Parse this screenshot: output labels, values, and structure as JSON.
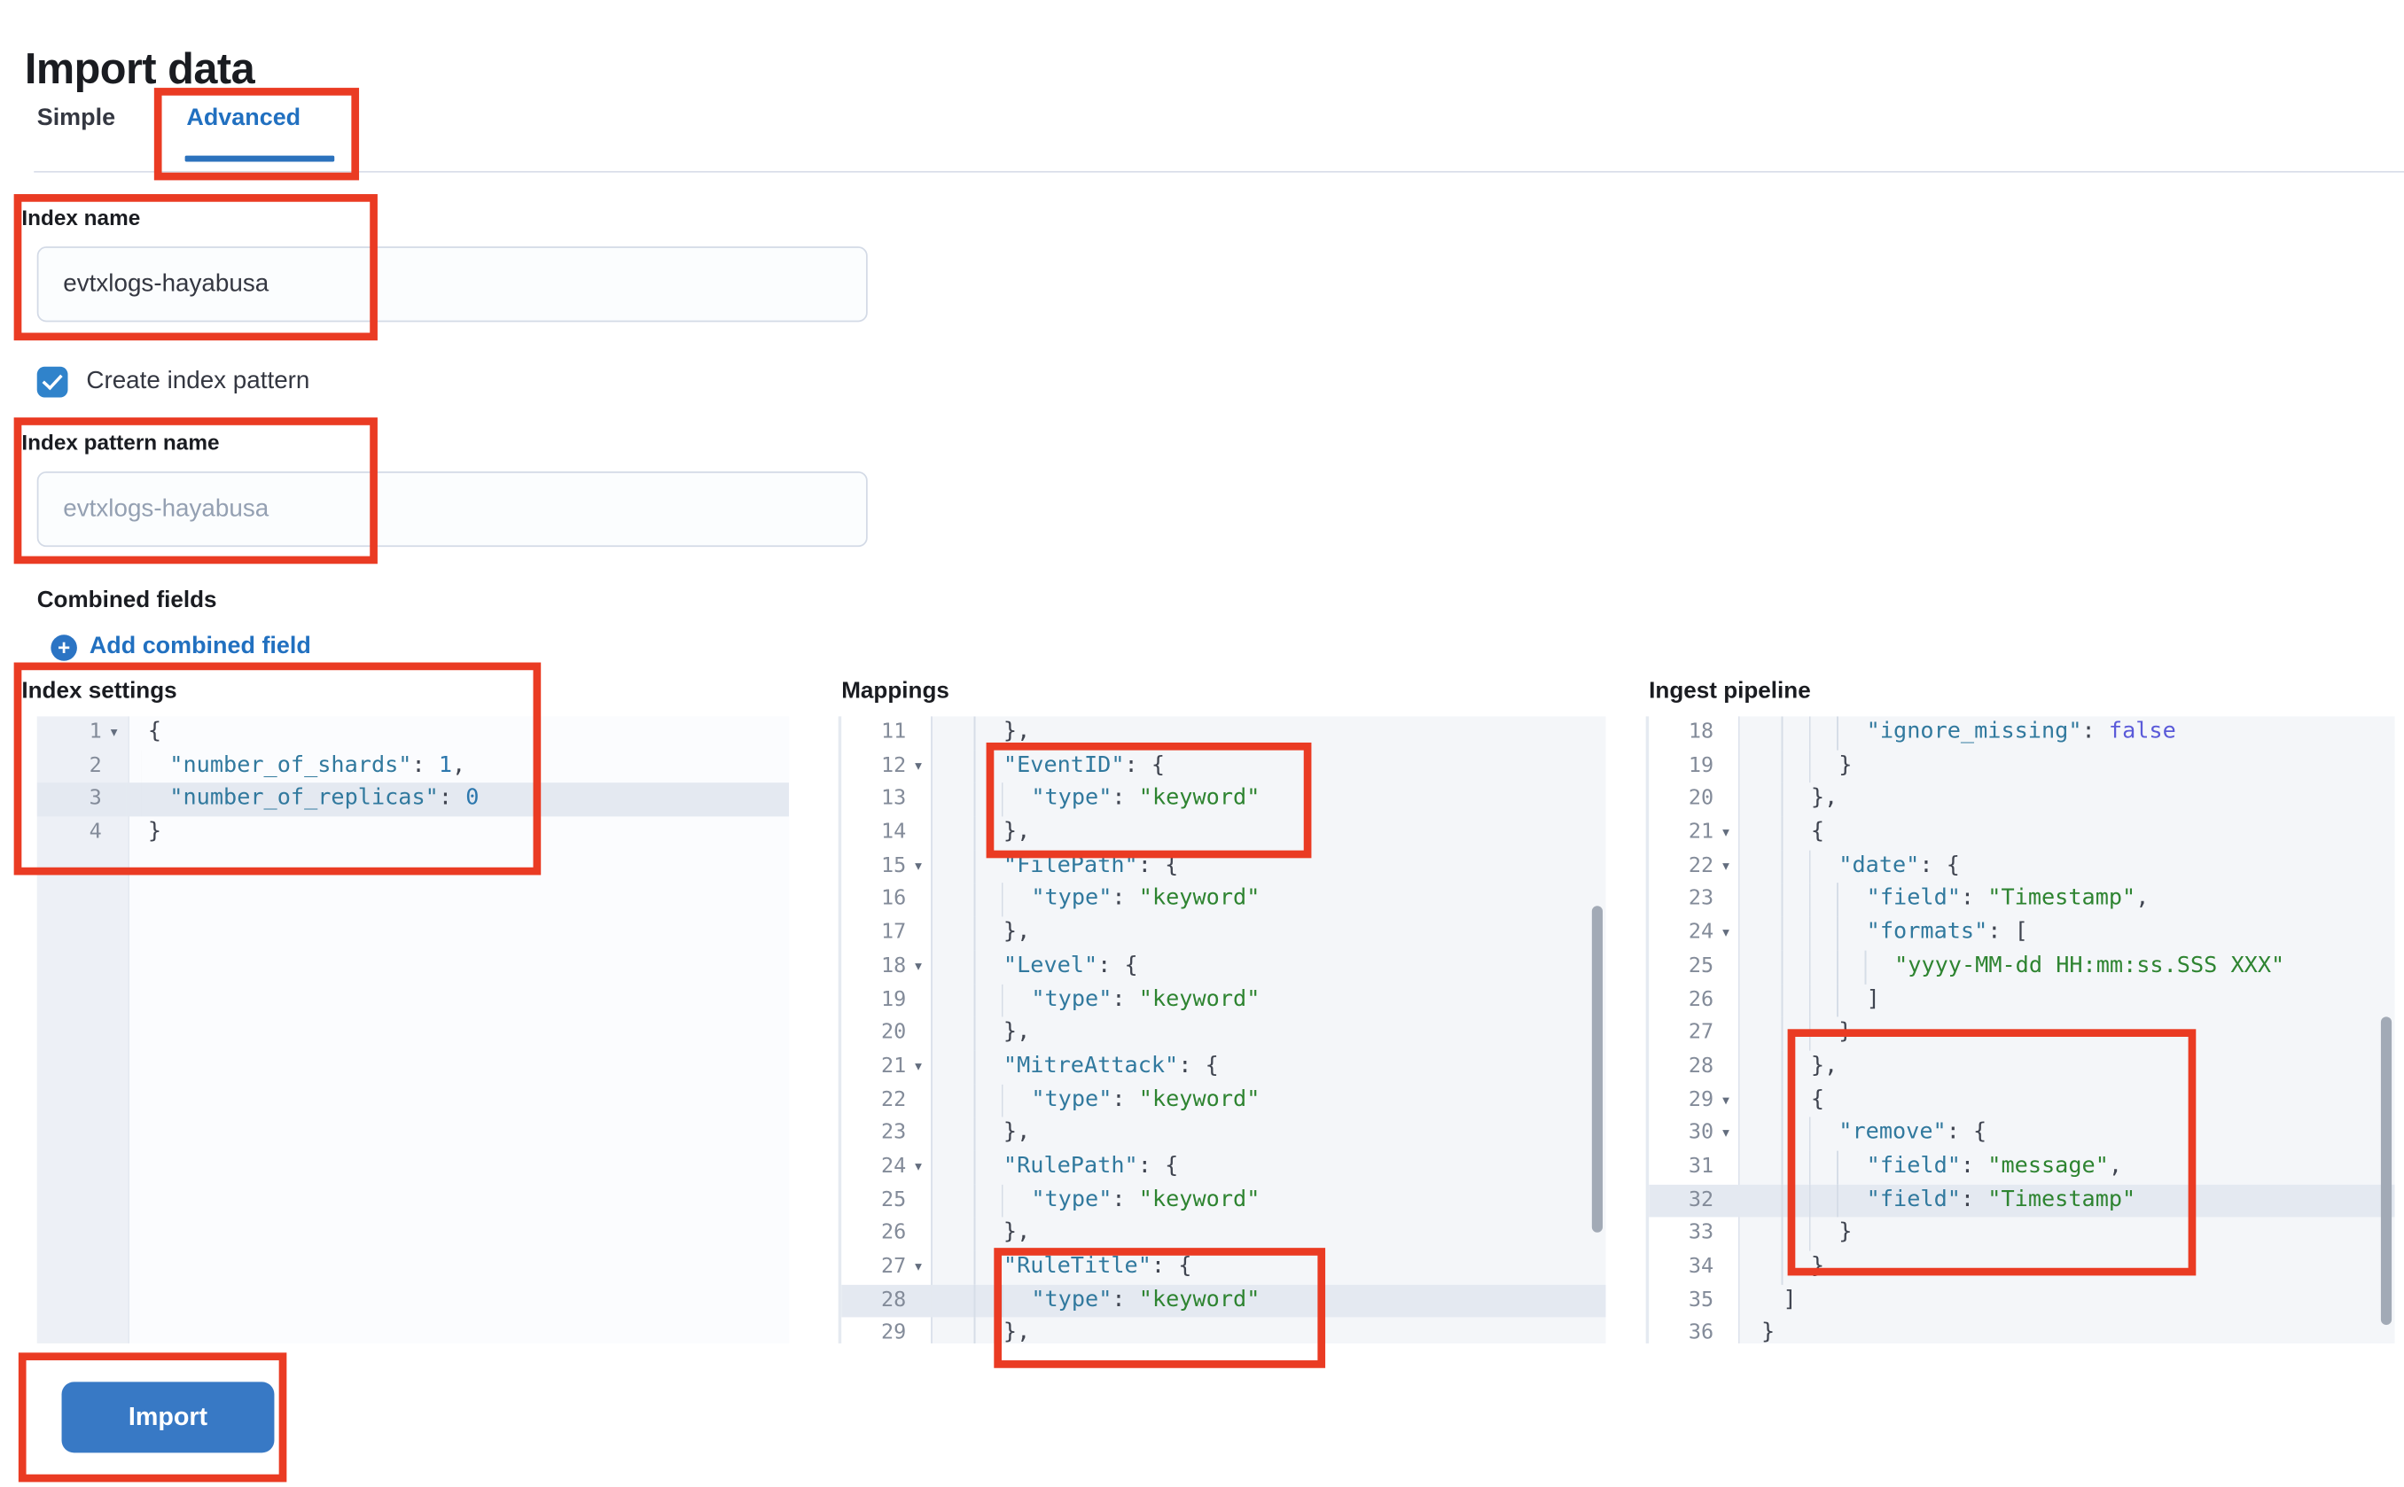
{
  "page": {
    "title": "Import data"
  },
  "tabs": [
    {
      "label": "Simple",
      "active": false
    },
    {
      "label": "Advanced",
      "active": true
    }
  ],
  "form": {
    "index_name": {
      "label": "Index name",
      "value": "evtxlogs-hayabusa"
    },
    "create_index_pattern": {
      "label": "Create index pattern",
      "checked": true
    },
    "index_pattern_name": {
      "label": "Index pattern name",
      "placeholder": "evtxlogs-hayabusa"
    },
    "combined_fields": {
      "label": "Combined fields",
      "add_link_label": "Add combined field",
      "icon": "plus-circle-icon"
    }
  },
  "import_button": {
    "label": "Import"
  },
  "colors": {
    "accent_link_blue": "#2170c0",
    "button_blue": "#3879c5",
    "checkbox_blue": "#3083cb",
    "annotation_red": "#ea3b23",
    "code_key": "#31799e",
    "code_string": "#2e8431",
    "code_number": "#2c77ad",
    "code_boolean": "#5a5ad9",
    "active_line_bg": "#e4e9f1"
  },
  "annotations": [
    "advanced-tab-highlight",
    "index-name-highlight",
    "index-pattern-name-highlight",
    "index-settings-highlight",
    "mappings-eventid-highlight",
    "mappings-ruletitle-highlight",
    "ingest-remove-highlight",
    "import-button-highlight"
  ],
  "editors": [
    {
      "label": "Index settings",
      "variant": "editable",
      "lines": [
        {
          "n": 1,
          "fold": true,
          "indent": 0,
          "active": false,
          "tokens": [
            [
              "punct",
              "{"
            ]
          ]
        },
        {
          "n": 2,
          "fold": false,
          "indent": 2,
          "active": false,
          "tokens": [
            [
              "key",
              "\"number_of_shards\""
            ],
            [
              "punct",
              ": "
            ],
            [
              "num",
              "1"
            ],
            [
              "punct",
              ","
            ]
          ]
        },
        {
          "n": 3,
          "fold": false,
          "indent": 2,
          "active": true,
          "tokens": [
            [
              "key",
              "\"number_of_replicas\""
            ],
            [
              "punct",
              ": "
            ],
            [
              "num",
              "0"
            ]
          ]
        },
        {
          "n": 4,
          "fold": false,
          "indent": 0,
          "active": false,
          "tokens": [
            [
              "punct",
              "}"
            ]
          ]
        }
      ]
    },
    {
      "label": "Mappings",
      "variant": "readonly",
      "lines": [
        {
          "n": 11,
          "fold": false,
          "indent": 4,
          "active": false,
          "tokens": [
            [
              "punct",
              "},"
            ]
          ]
        },
        {
          "n": 12,
          "fold": true,
          "indent": 4,
          "active": false,
          "tokens": [
            [
              "key",
              "\"EventID\""
            ],
            [
              "punct",
              ": {"
            ]
          ]
        },
        {
          "n": 13,
          "fold": false,
          "indent": 6,
          "active": false,
          "tokens": [
            [
              "key",
              "\"type\""
            ],
            [
              "punct",
              ": "
            ],
            [
              "str",
              "\"keyword\""
            ]
          ]
        },
        {
          "n": 14,
          "fold": false,
          "indent": 4,
          "active": false,
          "tokens": [
            [
              "punct",
              "},"
            ]
          ]
        },
        {
          "n": 15,
          "fold": true,
          "indent": 4,
          "active": false,
          "tokens": [
            [
              "key",
              "\"FilePath\""
            ],
            [
              "punct",
              ": {"
            ]
          ]
        },
        {
          "n": 16,
          "fold": false,
          "indent": 6,
          "active": false,
          "tokens": [
            [
              "key",
              "\"type\""
            ],
            [
              "punct",
              ": "
            ],
            [
              "str",
              "\"keyword\""
            ]
          ]
        },
        {
          "n": 17,
          "fold": false,
          "indent": 4,
          "active": false,
          "tokens": [
            [
              "punct",
              "},"
            ]
          ]
        },
        {
          "n": 18,
          "fold": true,
          "indent": 4,
          "active": false,
          "tokens": [
            [
              "key",
              "\"Level\""
            ],
            [
              "punct",
              ": {"
            ]
          ]
        },
        {
          "n": 19,
          "fold": false,
          "indent": 6,
          "active": false,
          "tokens": [
            [
              "key",
              "\"type\""
            ],
            [
              "punct",
              ": "
            ],
            [
              "str",
              "\"keyword\""
            ]
          ]
        },
        {
          "n": 20,
          "fold": false,
          "indent": 4,
          "active": false,
          "tokens": [
            [
              "punct",
              "},"
            ]
          ]
        },
        {
          "n": 21,
          "fold": true,
          "indent": 4,
          "active": false,
          "tokens": [
            [
              "key",
              "\"MitreAttack\""
            ],
            [
              "punct",
              ": {"
            ]
          ]
        },
        {
          "n": 22,
          "fold": false,
          "indent": 6,
          "active": false,
          "tokens": [
            [
              "key",
              "\"type\""
            ],
            [
              "punct",
              ": "
            ],
            [
              "str",
              "\"keyword\""
            ]
          ]
        },
        {
          "n": 23,
          "fold": false,
          "indent": 4,
          "active": false,
          "tokens": [
            [
              "punct",
              "},"
            ]
          ]
        },
        {
          "n": 24,
          "fold": true,
          "indent": 4,
          "active": false,
          "tokens": [
            [
              "key",
              "\"RulePath\""
            ],
            [
              "punct",
              ": {"
            ]
          ]
        },
        {
          "n": 25,
          "fold": false,
          "indent": 6,
          "active": false,
          "tokens": [
            [
              "key",
              "\"type\""
            ],
            [
              "punct",
              ": "
            ],
            [
              "str",
              "\"keyword\""
            ]
          ]
        },
        {
          "n": 26,
          "fold": false,
          "indent": 4,
          "active": false,
          "tokens": [
            [
              "punct",
              "},"
            ]
          ]
        },
        {
          "n": 27,
          "fold": true,
          "indent": 4,
          "active": false,
          "tokens": [
            [
              "key",
              "\"RuleTitle\""
            ],
            [
              "punct",
              ": {"
            ]
          ]
        },
        {
          "n": 28,
          "fold": false,
          "indent": 6,
          "active": true,
          "tokens": [
            [
              "key",
              "\"type\""
            ],
            [
              "punct",
              ": "
            ],
            [
              "str",
              "\"keyword\""
            ]
          ]
        },
        {
          "n": 29,
          "fold": false,
          "indent": 4,
          "active": false,
          "tokens": [
            [
              "punct",
              "},"
            ]
          ]
        }
      ]
    },
    {
      "label": "Ingest pipeline",
      "variant": "readonly",
      "lines": [
        {
          "n": 18,
          "fold": false,
          "indent": 8,
          "active": false,
          "tokens": [
            [
              "key",
              "\"ignore_missing\""
            ],
            [
              "punct",
              ": "
            ],
            [
              "bool",
              "false"
            ]
          ]
        },
        {
          "n": 19,
          "fold": false,
          "indent": 6,
          "active": false,
          "tokens": [
            [
              "punct",
              "}"
            ]
          ]
        },
        {
          "n": 20,
          "fold": false,
          "indent": 4,
          "active": false,
          "tokens": [
            [
              "punct",
              "},"
            ]
          ]
        },
        {
          "n": 21,
          "fold": true,
          "indent": 4,
          "active": false,
          "tokens": [
            [
              "punct",
              "{"
            ]
          ]
        },
        {
          "n": 22,
          "fold": true,
          "indent": 6,
          "active": false,
          "tokens": [
            [
              "key",
              "\"date\""
            ],
            [
              "punct",
              ": {"
            ]
          ]
        },
        {
          "n": 23,
          "fold": false,
          "indent": 8,
          "active": false,
          "tokens": [
            [
              "key",
              "\"field\""
            ],
            [
              "punct",
              ": "
            ],
            [
              "str",
              "\"Timestamp\""
            ],
            [
              "punct",
              ","
            ]
          ]
        },
        {
          "n": 24,
          "fold": true,
          "indent": 8,
          "active": false,
          "tokens": [
            [
              "key",
              "\"formats\""
            ],
            [
              "punct",
              ": ["
            ]
          ]
        },
        {
          "n": 25,
          "fold": false,
          "indent": 10,
          "active": false,
          "tokens": [
            [
              "str",
              "\"yyyy-MM-dd HH:mm:ss.SSS XXX\""
            ]
          ]
        },
        {
          "n": 26,
          "fold": false,
          "indent": 8,
          "active": false,
          "tokens": [
            [
              "punct",
              "]"
            ]
          ]
        },
        {
          "n": 27,
          "fold": false,
          "indent": 6,
          "active": false,
          "tokens": [
            [
              "punct",
              "}"
            ]
          ]
        },
        {
          "n": 28,
          "fold": false,
          "indent": 4,
          "active": false,
          "tokens": [
            [
              "punct",
              "},"
            ]
          ]
        },
        {
          "n": 29,
          "fold": true,
          "indent": 4,
          "active": false,
          "tokens": [
            [
              "punct",
              "{"
            ]
          ]
        },
        {
          "n": 30,
          "fold": true,
          "indent": 6,
          "active": false,
          "tokens": [
            [
              "key",
              "\"remove\""
            ],
            [
              "punct",
              ": {"
            ]
          ]
        },
        {
          "n": 31,
          "fold": false,
          "indent": 8,
          "active": false,
          "tokens": [
            [
              "key",
              "\"field\""
            ],
            [
              "punct",
              ": "
            ],
            [
              "str",
              "\"message\""
            ],
            [
              "punct",
              ","
            ]
          ]
        },
        {
          "n": 32,
          "fold": false,
          "indent": 8,
          "active": true,
          "tokens": [
            [
              "key",
              "\"field\""
            ],
            [
              "punct",
              ": "
            ],
            [
              "str",
              "\"Timestamp\""
            ]
          ]
        },
        {
          "n": 33,
          "fold": false,
          "indent": 6,
          "active": false,
          "tokens": [
            [
              "punct",
              "}"
            ]
          ]
        },
        {
          "n": 34,
          "fold": false,
          "indent": 4,
          "active": false,
          "tokens": [
            [
              "punct",
              "}"
            ]
          ]
        },
        {
          "n": 35,
          "fold": false,
          "indent": 2,
          "active": false,
          "tokens": [
            [
              "punct",
              "]"
            ]
          ]
        },
        {
          "n": 36,
          "fold": false,
          "indent": 0,
          "active": false,
          "tokens": [
            [
              "punct",
              "}"
            ]
          ]
        }
      ]
    }
  ]
}
